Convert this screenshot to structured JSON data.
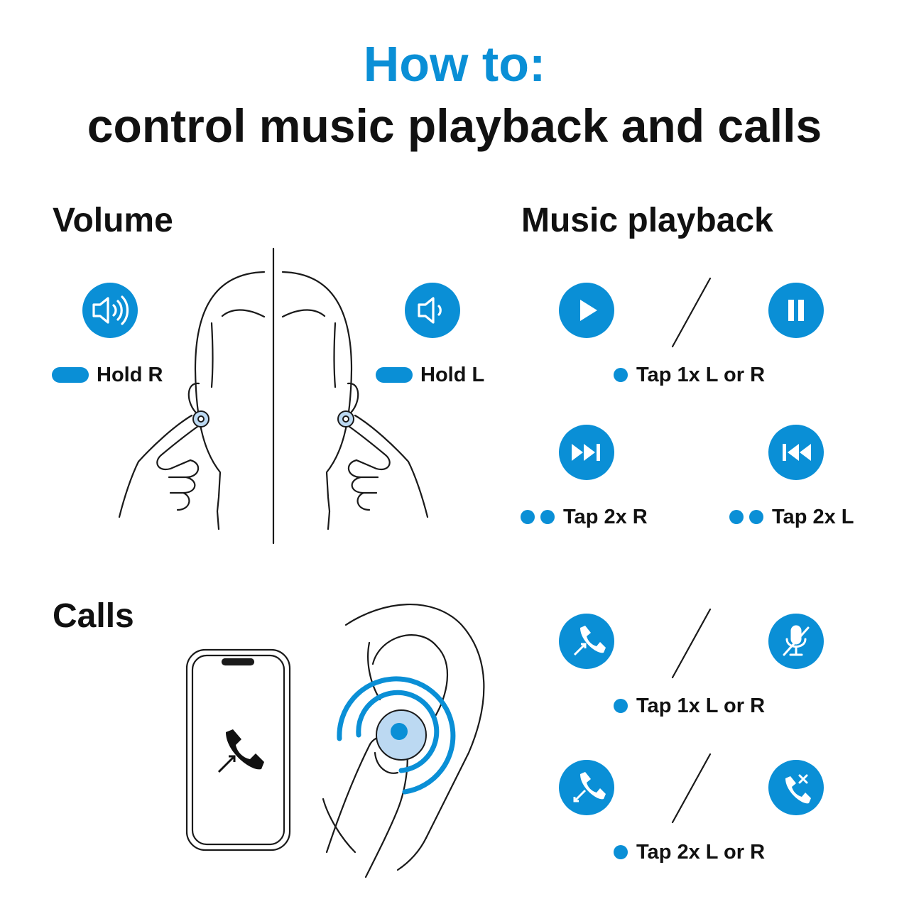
{
  "title": {
    "line1": "How to:",
    "line2": "control music playback and calls"
  },
  "colors": {
    "accent": "#0a8fd6",
    "accent_light": "#bcd9f2",
    "text": "#111111",
    "line": "#1a1a1a"
  },
  "volume": {
    "heading": "Volume",
    "up": {
      "icon": "volume-up-icon",
      "label": "Hold R"
    },
    "down": {
      "icon": "volume-down-icon",
      "label": "Hold L"
    }
  },
  "music": {
    "heading": "Music playback",
    "play_pause": {
      "icons": [
        "play-icon",
        "pause-icon"
      ],
      "label": "Tap 1x L or R"
    },
    "next": {
      "icon": "next-track-icon",
      "label": "Tap 2x R"
    },
    "previous": {
      "icon": "previous-track-icon",
      "label": "Tap 2x L"
    }
  },
  "calls": {
    "heading": "Calls",
    "answer_mute": {
      "icons": [
        "answer-call-icon",
        "mute-mic-icon"
      ],
      "label": "Tap 1x L or R"
    },
    "end_reject": {
      "icons": [
        "end-call-icon",
        "reject-call-icon"
      ],
      "label": "Tap 2x L or R"
    }
  }
}
